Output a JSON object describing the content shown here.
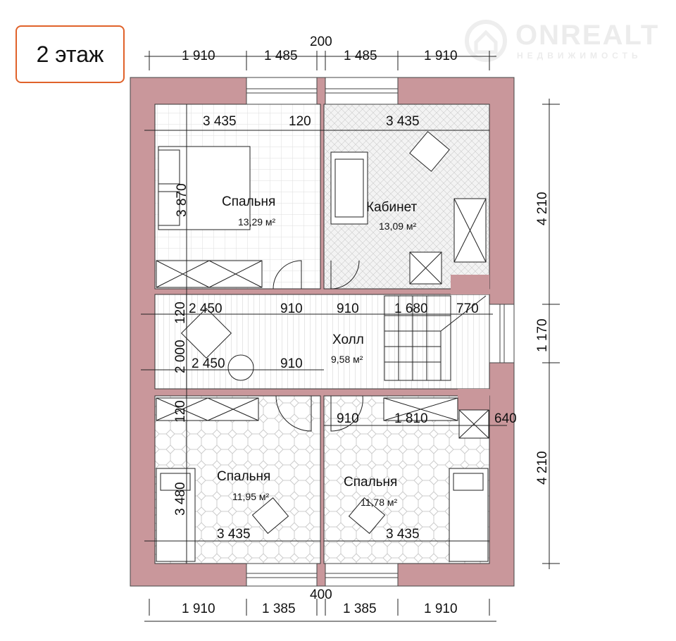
{
  "floor_label": "2 этаж",
  "logo": {
    "name": "ONREALT",
    "tagline": "НЕДВИЖИМОСТЬ"
  },
  "colors": {
    "wall": "#c9979b",
    "accent": "#e0622a"
  },
  "rooms": [
    {
      "name": "Спальня",
      "area": "13,29 м²"
    },
    {
      "name": "Кабинет",
      "area": "13,09 м²"
    },
    {
      "name": "Холл",
      "area": "9,58 м²"
    },
    {
      "name": "Спальня",
      "area": "11,95 м²"
    },
    {
      "name": "Спальня",
      "area": "11,78 м²"
    }
  ],
  "dims": {
    "top": [
      "1 910",
      "1 485",
      "200",
      "1 485",
      "1 910"
    ],
    "bottom": [
      "1 910",
      "1 385",
      "400",
      "1 385",
      "1 910"
    ],
    "right": [
      "4 210",
      "1 170",
      "4 210"
    ],
    "inner": {
      "bed1_w": "3 435",
      "bed1_d": "120",
      "bed1_h": "3 870",
      "cab_w": "3 435",
      "hall_a": "2 450",
      "hall_b": "910",
      "hall_c": "910",
      "hall_d": "1 680",
      "hall_e": "770",
      "hall_f": "120",
      "hall_g": "2 000",
      "hall_h": "2 450",
      "hall_i": "910",
      "b3_d": "120",
      "b3_h": "3 480",
      "b3_w": "3 435",
      "b4_a": "910",
      "b4_b": "1 810",
      "b4_c": "640",
      "b4_w": "3 435"
    }
  }
}
